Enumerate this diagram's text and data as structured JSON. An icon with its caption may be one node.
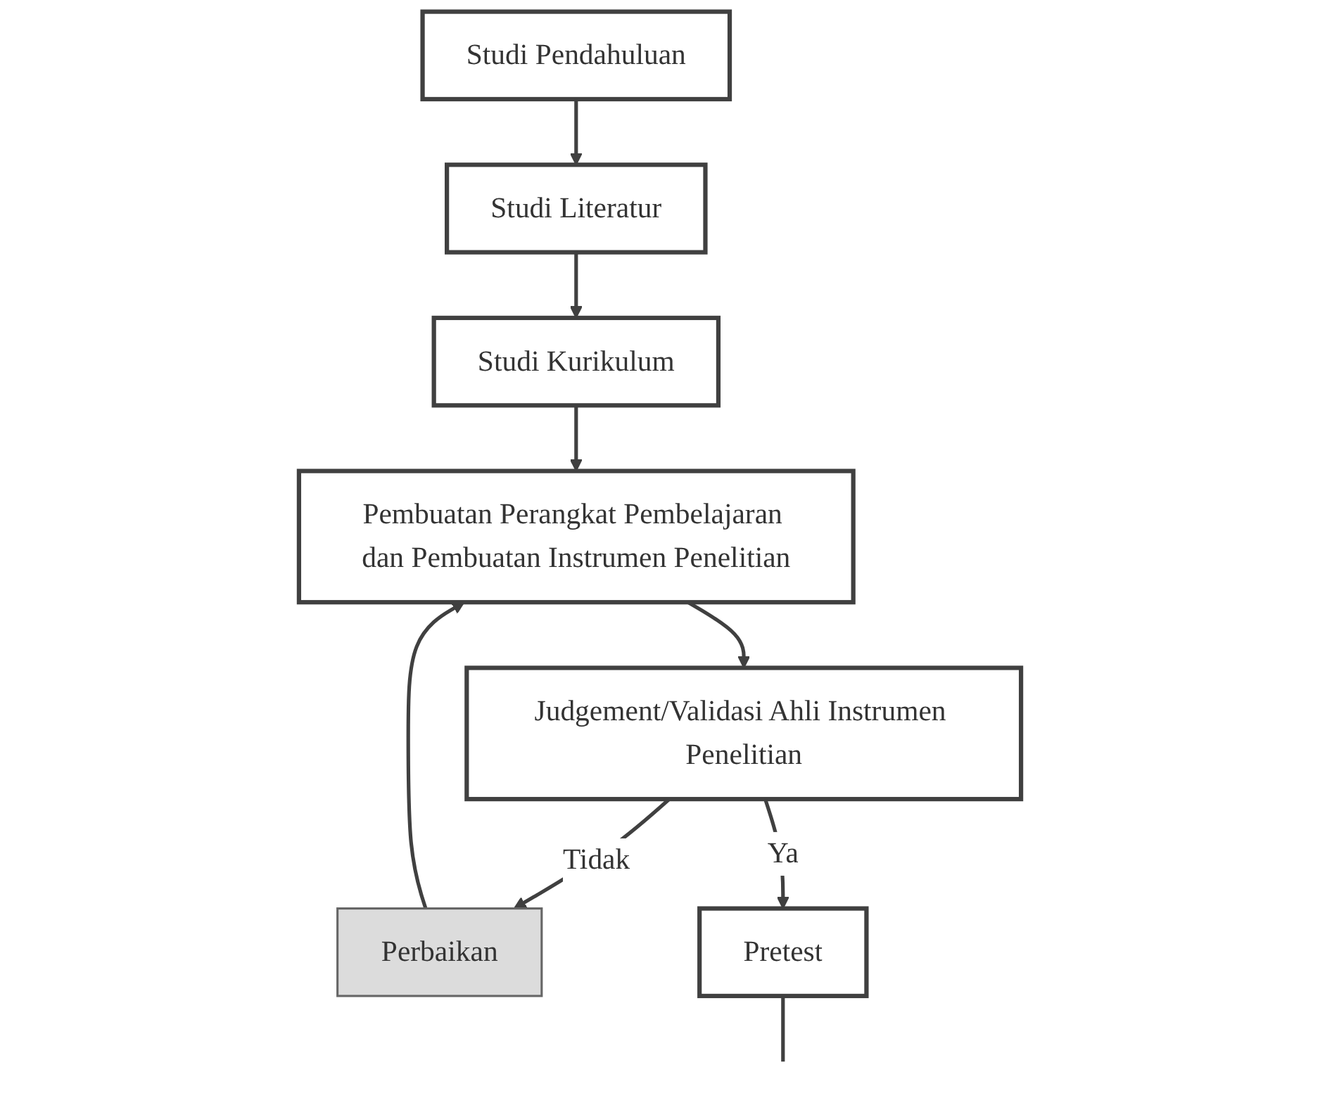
{
  "diagram": {
    "nodes": [
      {
        "text": [
          "Studi Pendahuluan"
        ]
      },
      {
        "text": [
          "Studi Literatur"
        ]
      },
      {
        "text": [
          "Studi Kurikulum"
        ]
      },
      {
        "text": [
          "Pembuatan Perangkat Pembelajaran dan Pembuatan Instrumen Penelitian"
        ]
      },
      {
        "text": [
          "Judgement/Validasi Ahli Instrumen Penelitian"
        ]
      },
      {
        "text": [
          "Perbaikan"
        ]
      },
      {
        "text": [
          "Pretest"
        ]
      }
    ],
    "edges": [
      {
        "from": 0,
        "to": 1,
        "arrow": "to"
      },
      {
        "from": 1,
        "to": 2,
        "arrow": "to"
      },
      {
        "from": 2,
        "to": 3,
        "arrow": "to"
      },
      {
        "from": 3,
        "to": 4,
        "arrow": "to"
      },
      {
        "from": 4,
        "to": 5,
        "label": "Tidak",
        "arrow": "to"
      },
      {
        "from": 5,
        "to": 3,
        "arrow": "to"
      },
      {
        "from": 4,
        "to": 6,
        "label": "Ya",
        "arrow": "to"
      },
      {
        "from": 6,
        "to": null,
        "arrow": "none"
      }
    ]
  }
}
